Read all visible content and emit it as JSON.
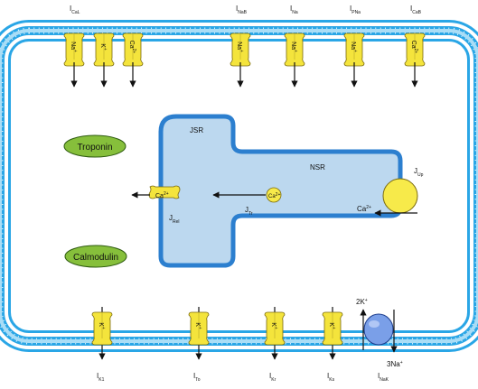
{
  "colors": {
    "membrane": "#2aa6e6",
    "membrane_head": "#a9ddf6",
    "channel": "#f4e43c",
    "channel_stroke": "#7a6a10",
    "sr_fill": "#bcd8ef",
    "sr_stroke": "#2c7fcf",
    "protein_fill": "#86bf3b",
    "pump_fill": "#f7ea4a",
    "exchanger_fill": "#7a9fe8"
  },
  "top_channels": [
    {
      "ion": "Na",
      "charge": "+",
      "label_main": "I",
      "label_sub": "CaL",
      "arrow": "down"
    },
    {
      "ion": "K",
      "charge": "+",
      "arrow": "down"
    },
    {
      "ion": "Ca",
      "charge": "2+",
      "arrow": "down"
    },
    {
      "ion": "Na",
      "charge": "+",
      "label_main": "I",
      "label_sub": "NaB",
      "arrow": "down"
    },
    {
      "ion": "Na",
      "charge": "+",
      "label_main": "I",
      "label_sub": "Na",
      "arrow": "down"
    },
    {
      "ion": "Na",
      "charge": "+",
      "label_main": "I",
      "label_sub": "PNa",
      "arrow": "down"
    },
    {
      "ion": "Ca",
      "charge": "2+",
      "label_main": "I",
      "label_sub": "CaB",
      "arrow": "down"
    }
  ],
  "bottom_channels": [
    {
      "ion": "K",
      "charge": "+",
      "label_main": "I",
      "label_sub": "K1"
    },
    {
      "ion": "K",
      "charge": "+",
      "label_main": "I",
      "label_sub": "To"
    },
    {
      "ion": "K",
      "charge": "+",
      "label_main": "I",
      "label_sub": "Kr"
    },
    {
      "ion": "K",
      "charge": "+",
      "label_main": "I",
      "label_sub": "Ks"
    }
  ],
  "nak_pump": {
    "label_main": "I",
    "label_sub": "NaK",
    "k_text": "2K",
    "k_charge": "+",
    "na_text": "3Na",
    "na_charge": "+"
  },
  "proteins": {
    "troponin": "Troponin",
    "calmodulin": "Calmodulin"
  },
  "sr": {
    "jsr": "JSR",
    "nsr": "NSR",
    "ryr_ion": "Ca",
    "ryr_charge": "2+",
    "jrel_main": "J",
    "jrel_sub": "Rel",
    "jtr_main": "J",
    "jtr_sub": "Tr",
    "jtr_ion": "Ca",
    "jtr_charge": "2+",
    "jup_main": "J",
    "jup_sub": "Up",
    "serca_ion": "Ca",
    "serca_charge": "2+"
  }
}
